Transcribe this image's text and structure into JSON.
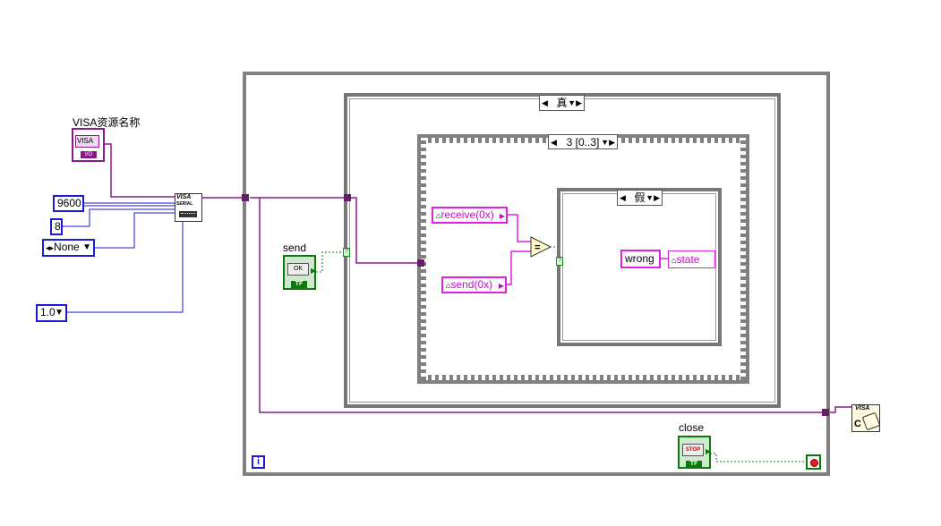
{
  "labels": {
    "visa_resource": "VISA资源名称",
    "send": "send",
    "close": "close"
  },
  "constants": {
    "baud": "9600",
    "data_bits": "8",
    "parity": "None",
    "timeout": "1.0"
  },
  "case_outer": {
    "selector": "真"
  },
  "case_middle": {
    "selector": "3 [0..3]"
  },
  "case_inner": {
    "selector": "假"
  },
  "locals": {
    "receive": "receive(0x)",
    "send": "send(0x)",
    "state": "state"
  },
  "string_const": "wrong",
  "icons": {
    "visa_ctrl_text": "VISA",
    "visa_ctrl_io": "I/O",
    "visa_serial_top": "VISA",
    "visa_serial_bottom": "SERIAL",
    "visa_close_top": "VISA",
    "visa_close_c": "C",
    "ok_text": "OK",
    "stop_text": "STOP",
    "tf_text": "TF",
    "info_text": "i",
    "equals_text": "=",
    "question_text": "?"
  },
  "colors": {
    "visa_wire": "#8a1a8a",
    "numeric_wire": "#1a1adb",
    "string_wire": "#e020e0",
    "bool_wire": "#0b7a0b",
    "frame_gray": "#808080"
  }
}
